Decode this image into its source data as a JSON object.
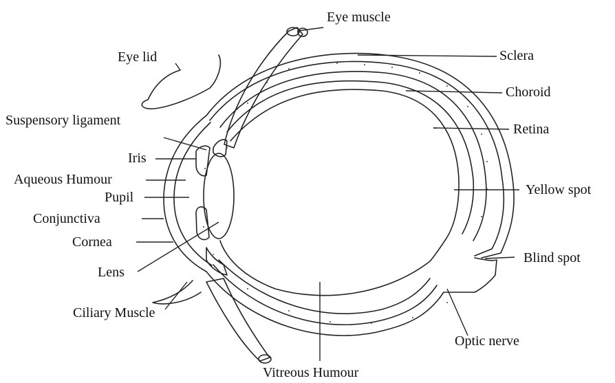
{
  "labels": {
    "eye_muscle": "Eye muscle",
    "eye_lid": "Eye lid",
    "sclera": "Sclera",
    "choroid": "Choroid",
    "retina": "Retina",
    "suspensory_ligament": "Suspensory ligament",
    "iris": "Iris",
    "aqueous_humour": "Aqueous Humour",
    "pupil": "Pupil",
    "conjunctiva": "Conjunctiva",
    "cornea": "Cornea",
    "lens": "Lens",
    "ciliary_muscle": "Ciliary Muscle",
    "yellow_spot": "Yellow spot",
    "blind_spot": "Blind spot",
    "optic_nerve": "Optic nerve",
    "vitreous_humour": "Vitreous Humour"
  }
}
